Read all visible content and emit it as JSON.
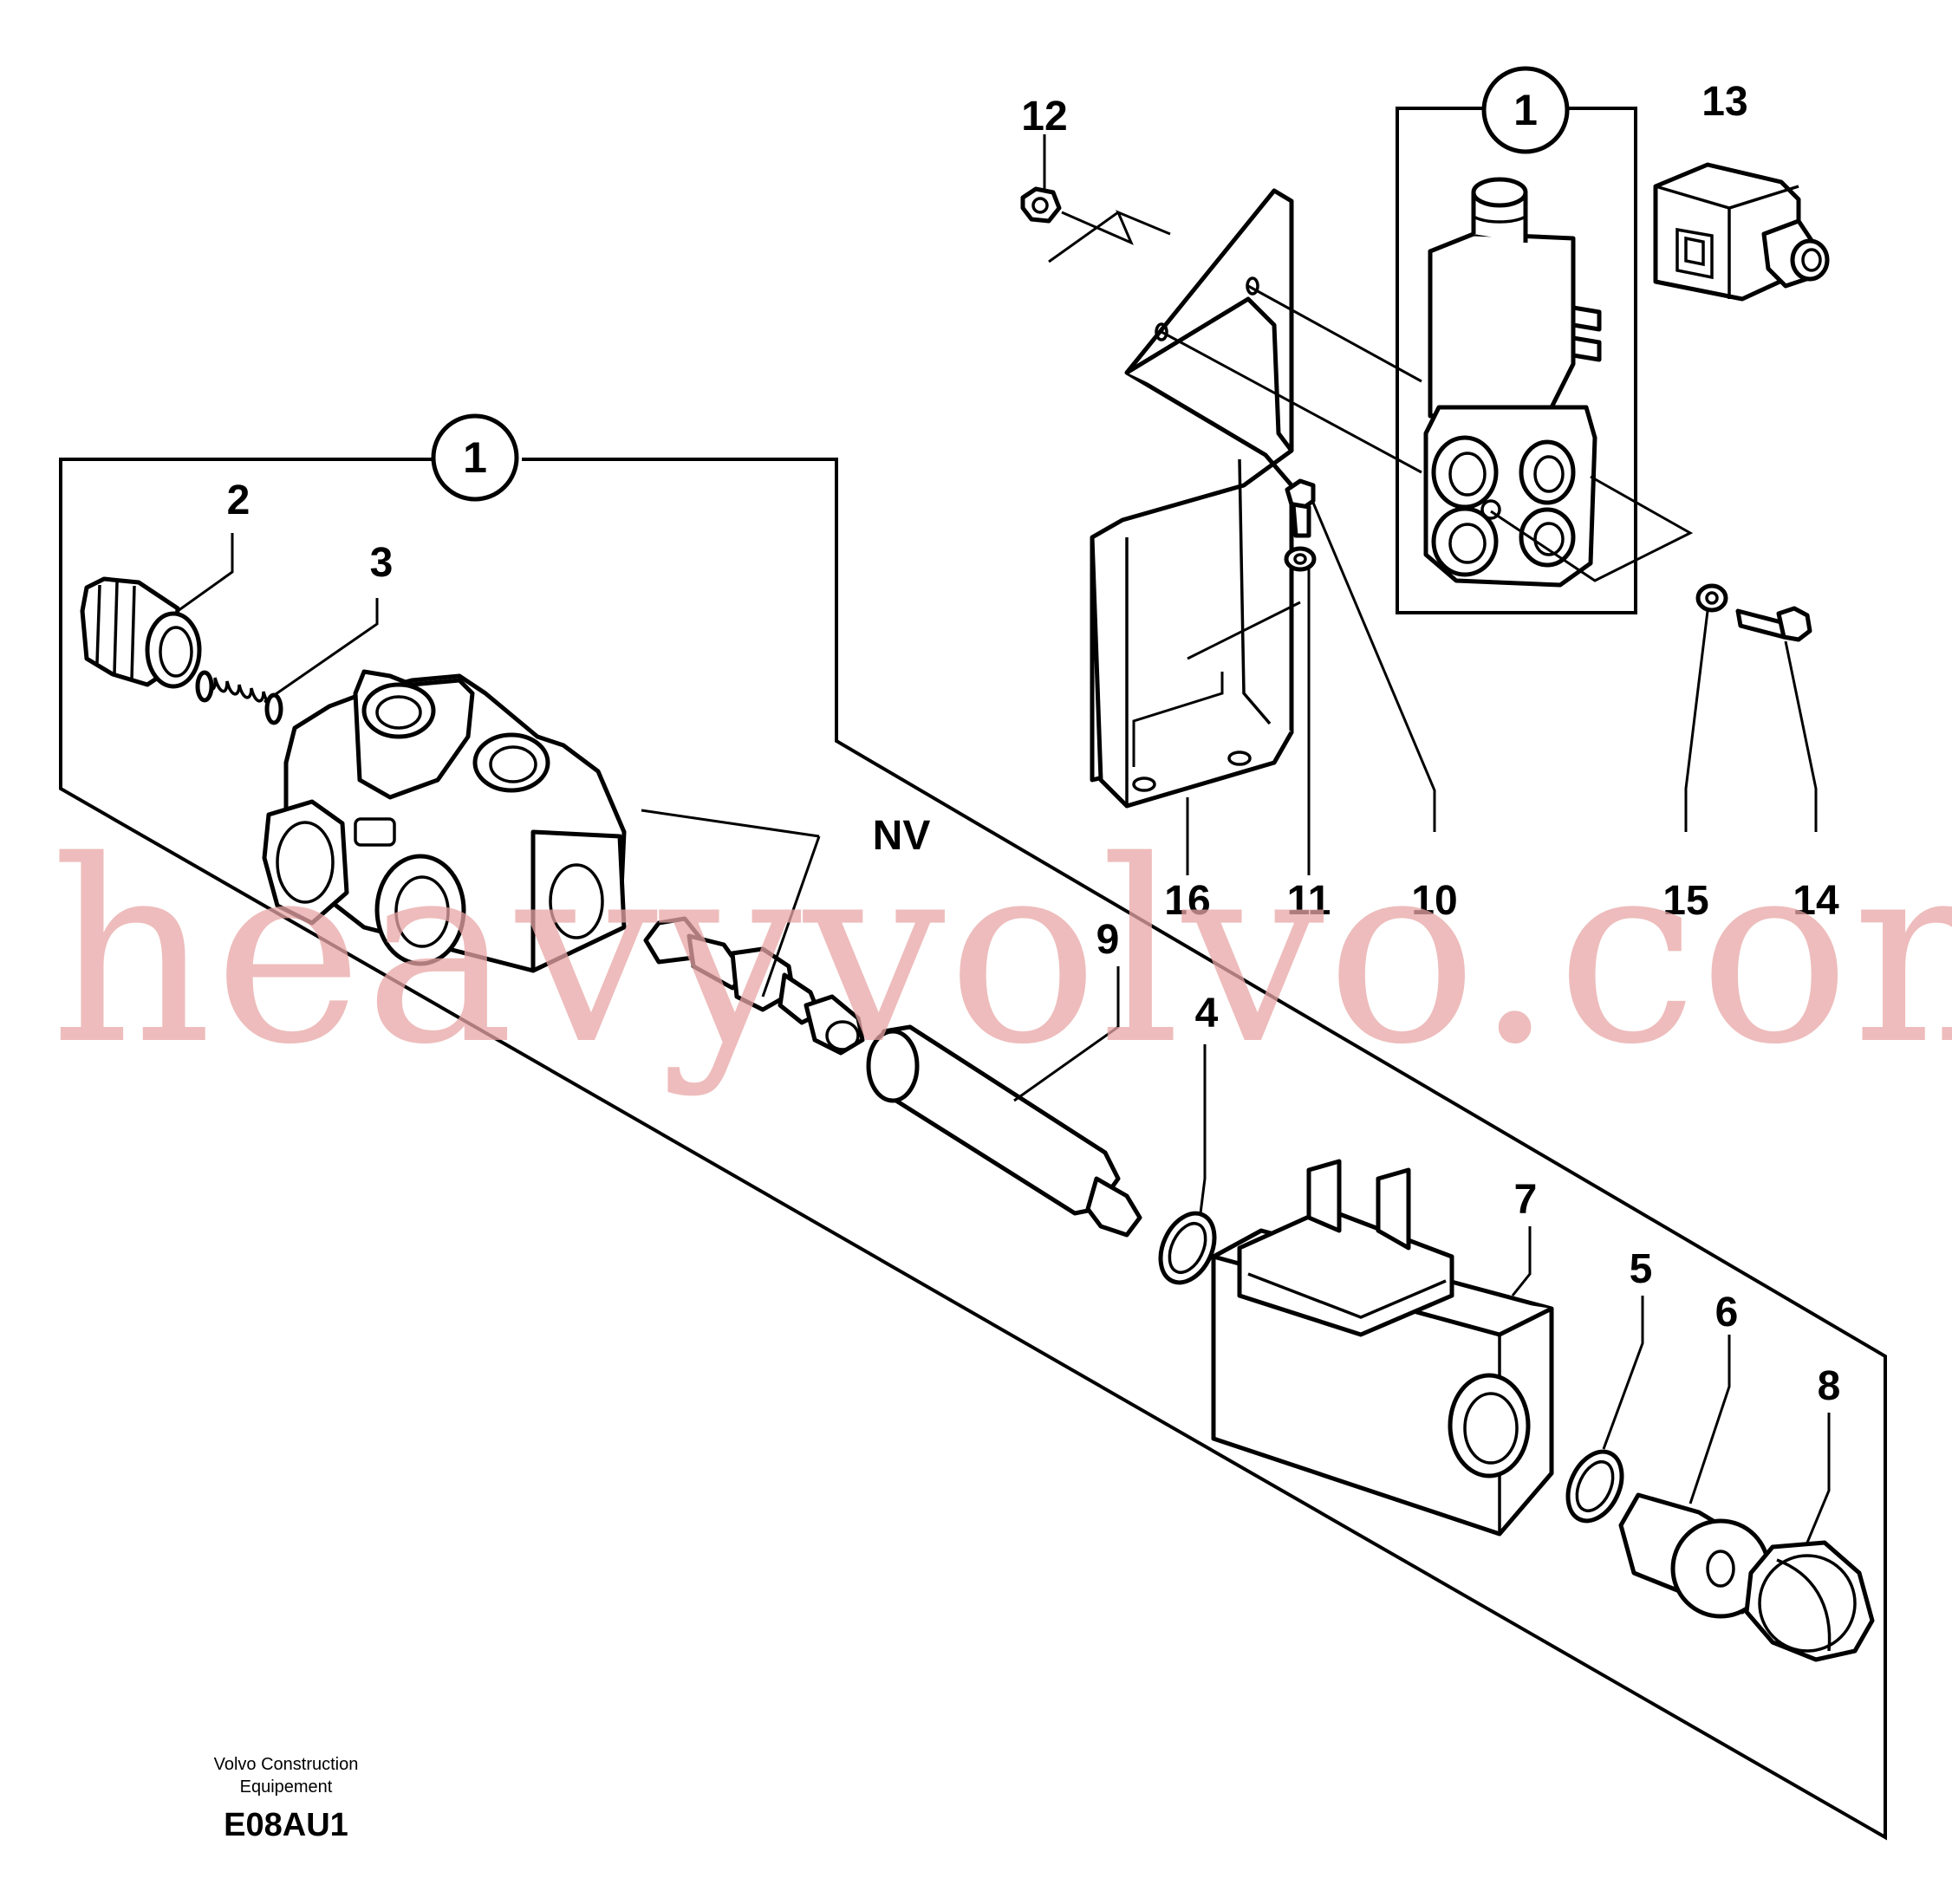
{
  "labels": {
    "assembly_left": "1",
    "assembly_right": "1",
    "p2": "2",
    "p3": "3",
    "p4": "4",
    "p5": "5",
    "p6": "6",
    "p7": "7",
    "p8": "8",
    "p9": "9",
    "p10": "10",
    "p11": "11",
    "p12": "12",
    "p13": "13",
    "p14": "14",
    "p15": "15",
    "p16": "16",
    "nv": "NV"
  },
  "watermark": "heavyvolvo.com",
  "footer": {
    "company_line1": "Volvo Construction",
    "company_line2": "Equipement",
    "drawing_code": "E08AU1"
  }
}
